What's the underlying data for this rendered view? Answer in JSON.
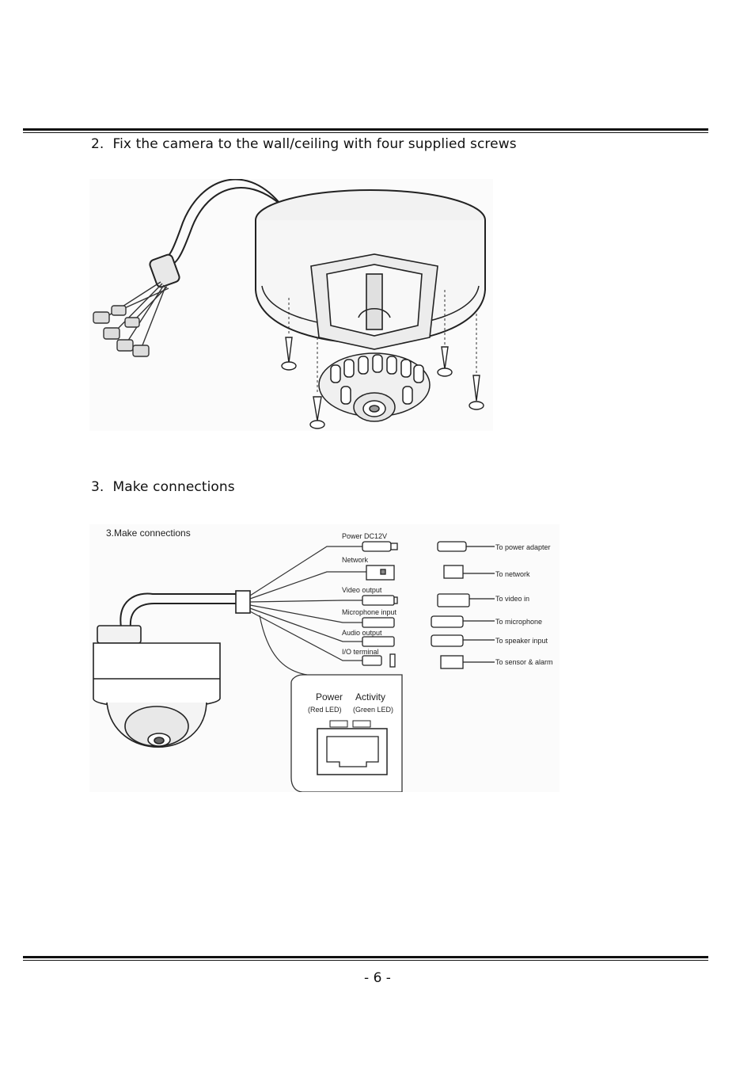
{
  "step2": {
    "number": "2.",
    "text": "Fix the camera to the wall/ceiling with four supplied screws"
  },
  "step3": {
    "number": "3.",
    "text": "Make connections"
  },
  "figure2": {
    "title": "3.Make connections"
  },
  "cables": [
    {
      "name": "Power DC12V",
      "target": "To power adapter"
    },
    {
      "name": "Network",
      "target": "To network"
    },
    {
      "name": "Video output",
      "target": "To video in"
    },
    {
      "name": "Microphone input",
      "target": "To microphone"
    },
    {
      "name": "Audio output",
      "target": "To speaker input"
    },
    {
      "name": "I/O terminal",
      "target": "To sensor & alarm"
    }
  ],
  "rj45": {
    "power_label": "Power",
    "power_sub": "(Red LED)",
    "activity_label": "Activity",
    "activity_sub": "(Green LED)"
  },
  "footer": {
    "page": "- 6 -"
  }
}
